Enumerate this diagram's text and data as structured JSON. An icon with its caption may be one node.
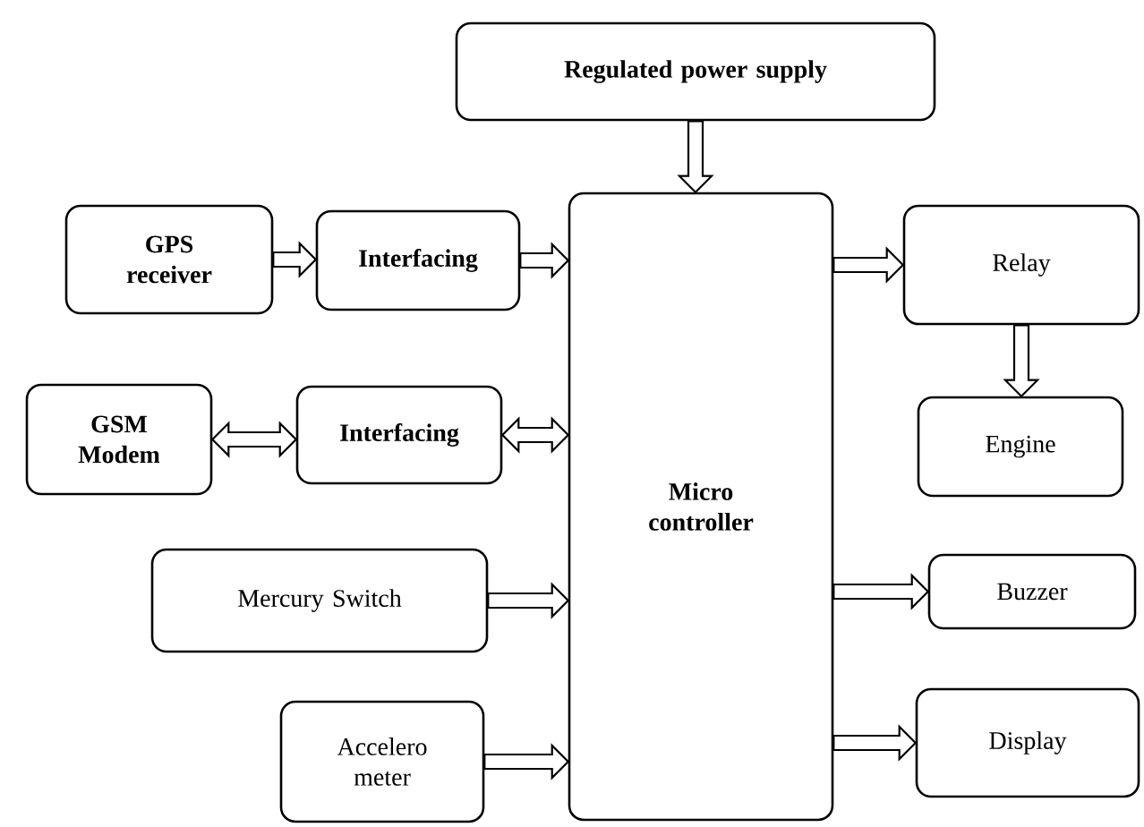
{
  "diagram": {
    "nodes": [
      {
        "text": [
          "Regulated power supply"
        ]
      },
      {
        "text": [
          "Micro controller"
        ]
      },
      {
        "text": [
          "GPS receiver"
        ]
      },
      {
        "text": [
          "Interfacing"
        ]
      },
      {
        "text": [
          "GSM Modem"
        ]
      },
      {
        "text": [
          "Interfacing"
        ]
      },
      {
        "text": [
          "Mercury Switch"
        ]
      },
      {
        "text": [
          "Accelero meter"
        ]
      },
      {
        "text": [
          "Relay"
        ]
      },
      {
        "text": [
          "Engine"
        ]
      },
      {
        "text": [
          "Buzzer"
        ]
      },
      {
        "text": [
          "Display"
        ]
      }
    ],
    "edges": [
      {
        "from": 0,
        "to": 1,
        "arrow": "to"
      },
      {
        "from": 2,
        "to": 3,
        "arrow": "to"
      },
      {
        "from": 3,
        "to": 1,
        "arrow": "to"
      },
      {
        "from": 4,
        "to": 5,
        "arrow": "both"
      },
      {
        "from": 5,
        "to": 1,
        "arrow": "both"
      },
      {
        "from": 6,
        "to": 1,
        "arrow": "to"
      },
      {
        "from": 7,
        "to": 1,
        "arrow": "to"
      },
      {
        "from": 1,
        "to": 8,
        "arrow": "to"
      },
      {
        "from": 8,
        "to": 9,
        "arrow": "to"
      },
      {
        "from": 1,
        "to": 10,
        "arrow": "to"
      },
      {
        "from": 1,
        "to": 11,
        "arrow": "to"
      }
    ]
  }
}
